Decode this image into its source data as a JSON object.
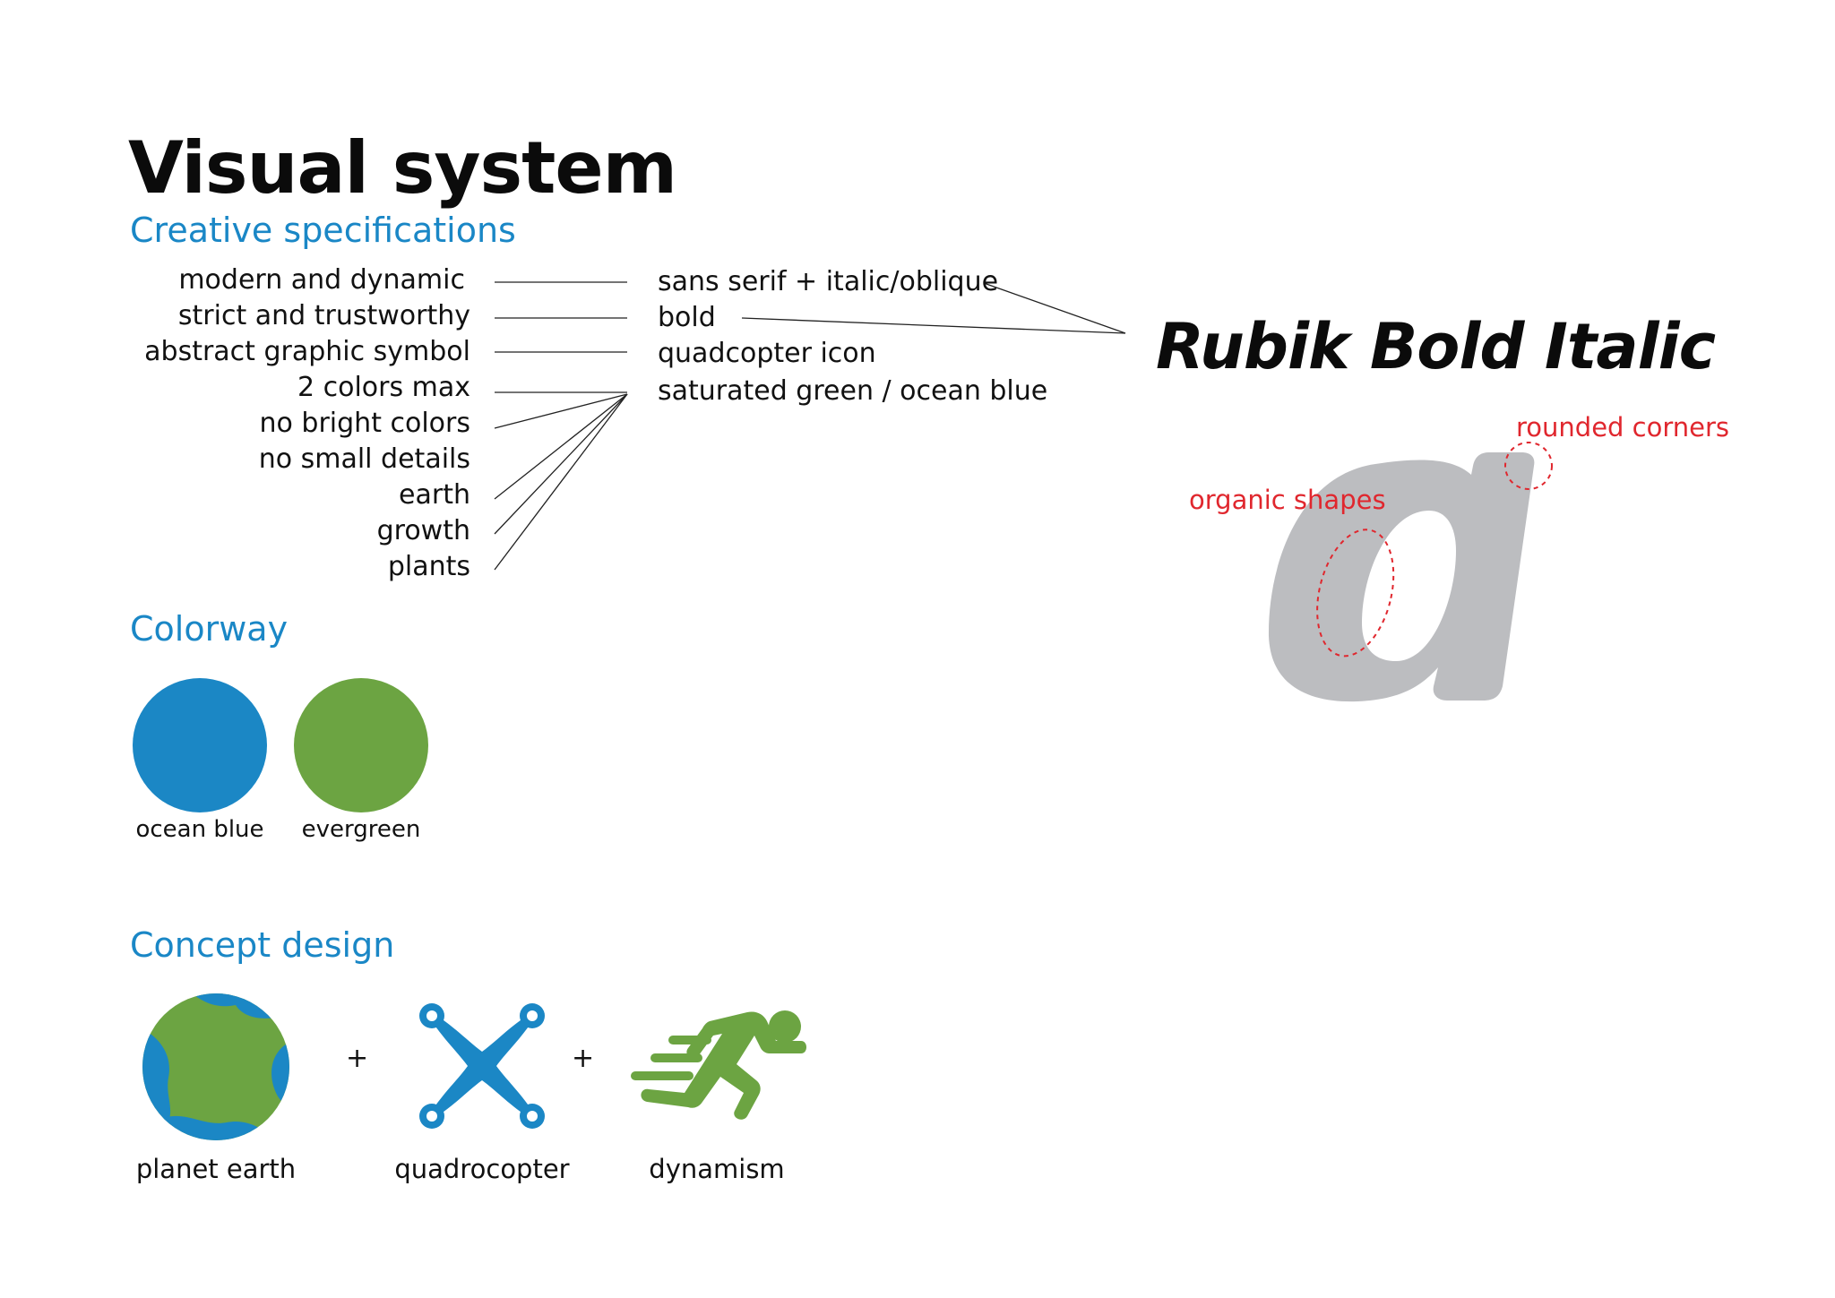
{
  "header": {
    "title": "Visual system",
    "subtitle": "Creative specifications"
  },
  "specs": {
    "left_items": [
      "modern and dynamic",
      "strict and trustworthy",
      "abstract graphic symbol",
      "2 colors max",
      "no bright colors",
      "no small details",
      "earth",
      "growth",
      "plants"
    ],
    "right_items": [
      "sans serif + italic/oblique",
      "bold",
      "quadcopter icon",
      "saturated green / ocean blue"
    ]
  },
  "typography": {
    "font_sample": "Rubik Bold Italic",
    "glyph": "a",
    "annotation_corners": "rounded corners",
    "annotation_shapes": "organic shapes"
  },
  "colorway": {
    "heading": "Colorway",
    "swatches": [
      {
        "label": "ocean blue",
        "color": "#1b87c5"
      },
      {
        "label": "evergreen",
        "color": "#6ca442"
      }
    ]
  },
  "concept": {
    "heading": "Concept design",
    "items": [
      {
        "label": "planet earth",
        "icon": "planet-earth-icon"
      },
      {
        "label": "quadrocopter",
        "icon": "quadrocopter-icon"
      },
      {
        "label": "dynamism",
        "icon": "running-man-icon"
      }
    ],
    "operator": "+"
  },
  "colors": {
    "accent_blue": "#1a87c6",
    "accent_green": "#6ca442",
    "annotation_red": "#e0272e",
    "glyph_gray": "#bcbdc0"
  }
}
